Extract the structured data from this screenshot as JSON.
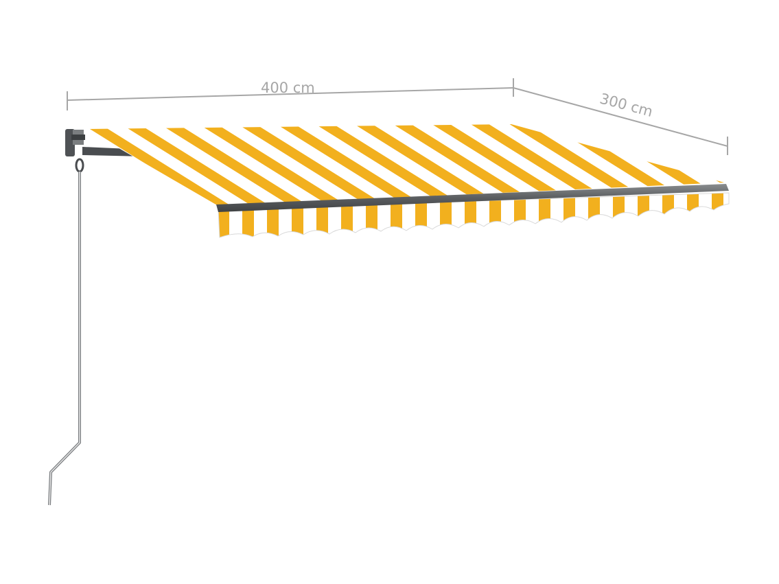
{
  "product": {
    "name": "Retractable awning",
    "fabric_colors": {
      "stripe": "#f2b01e",
      "base": "#ffffff"
    },
    "frame_color": "#5f6264"
  },
  "dimensions": {
    "width_label": "400 cm",
    "depth_label": "300 cm",
    "line_color": "#a6a6a6"
  },
  "parts": {
    "crank_handle": "crank-handle",
    "wall_bracket": "wall-bracket",
    "front_bar": "front-bar",
    "valance": "scalloped-valance"
  }
}
